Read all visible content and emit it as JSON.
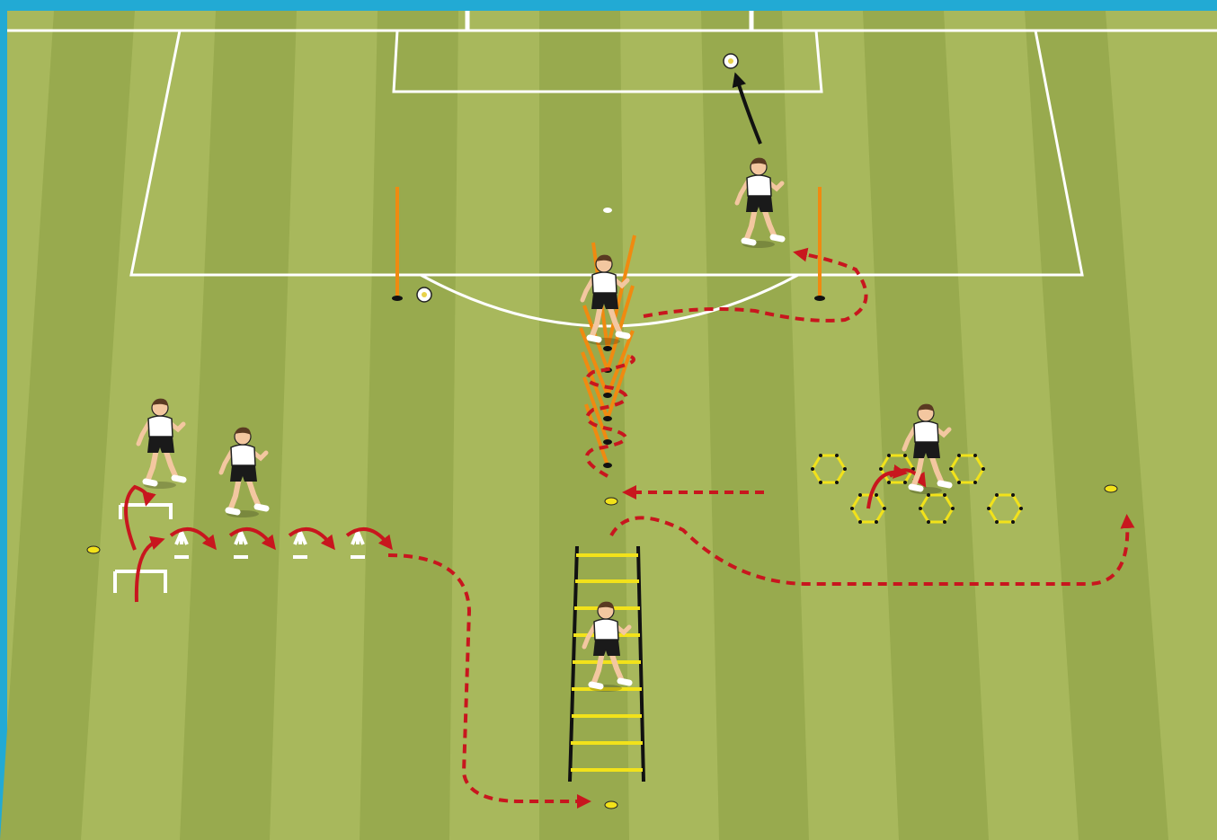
{
  "colors": {
    "frame": "#22aad4",
    "grass_light": "#a8b85c",
    "grass_dark": "#98aa4e",
    "pitch_line": "#ffffff",
    "run_path": "#c8161e",
    "ball_path": "#111111",
    "pole": "#f08a10",
    "equipment": "#f2e21a",
    "shirt": "#ffffff",
    "shorts": "#1a1a1a"
  },
  "drill": {
    "stations": [
      {
        "id": "hurdle-hops",
        "equipment": "mini-hurdles",
        "icon": "hurdle-icon"
      },
      {
        "id": "speed-ladder",
        "equipment": "agility-ladder",
        "icon": "ladder-icon"
      },
      {
        "id": "hex-rings",
        "equipment": "agility-rings",
        "icon": "hexagon-icon"
      },
      {
        "id": "slalom-poles",
        "equipment": "slalom-poles",
        "icon": "pole-icon"
      },
      {
        "id": "finish-shot",
        "equipment": "ball",
        "icon": "ball-icon"
      }
    ],
    "player_count": 6
  }
}
